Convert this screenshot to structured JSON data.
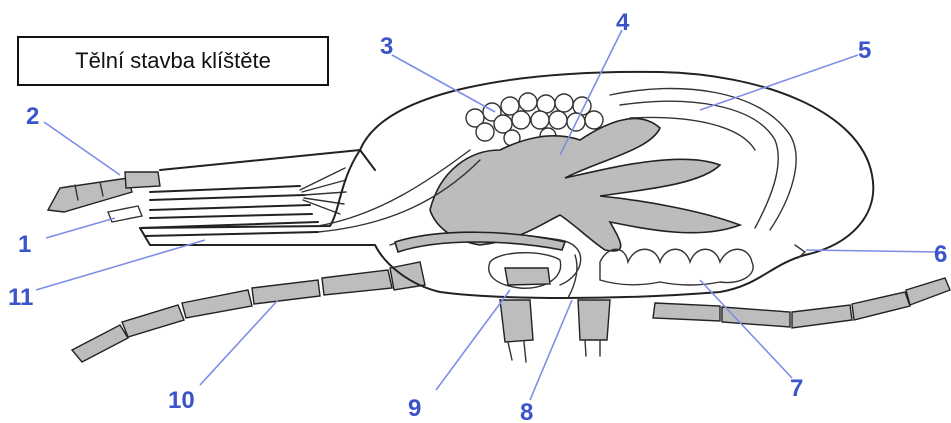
{
  "title": "Tělní stavba klíštěte",
  "labels": [
    "1",
    "2",
    "3",
    "4",
    "5",
    "6",
    "7",
    "8",
    "9",
    "10",
    "11"
  ],
  "colors": {
    "label": "#3b55c8",
    "leader": "#7e8ee6",
    "ink": "#222222"
  }
}
